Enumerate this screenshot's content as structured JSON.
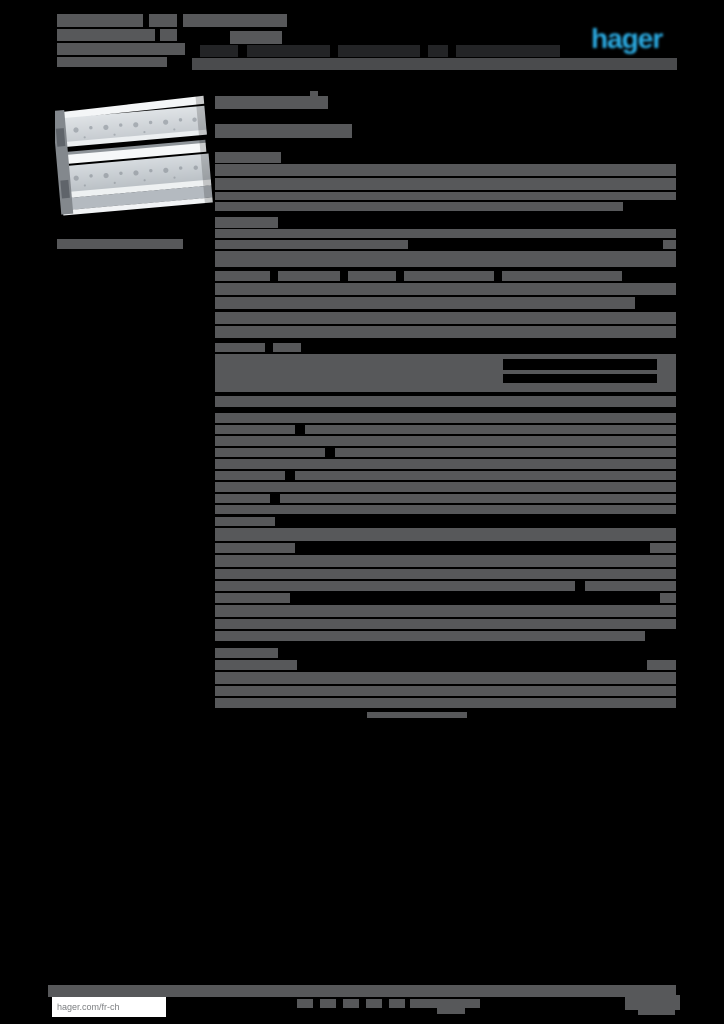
{
  "meta": {
    "document_kind": "product-datasheet-page",
    "brand": "hager",
    "text_state": "redacted-bars"
  },
  "colors": {
    "bg": "#000000",
    "bar": "#57585a",
    "bar_dark": "#4a4b4d",
    "bar_black": "#232426",
    "logo_blue": "#2baae1",
    "white": "#ffffff",
    "footer_text": "#7e8083"
  },
  "header": {
    "logo_text": "hager"
  },
  "footer": {
    "url": "hager.com/fr-ch"
  },
  "redaction": {
    "groups": [
      {
        "name": "header-title-block",
        "bar_name": "title-text-bar",
        "bars": [
          [
            57,
            14,
            86,
            13
          ],
          [
            149,
            14,
            28,
            13
          ],
          [
            183,
            14,
            104,
            13
          ],
          [
            57,
            29,
            98,
            12
          ],
          [
            160,
            29,
            17,
            12
          ],
          [
            230,
            31,
            52,
            13
          ],
          [
            57,
            43,
            128,
            12
          ],
          [
            57,
            57,
            110,
            10
          ]
        ]
      },
      {
        "name": "header-reference-black-text",
        "bar_name": "reference-text-bar",
        "bars": [
          [
            200,
            45,
            38,
            12,
            "bar_black"
          ],
          [
            247,
            45,
            83,
            12,
            "bar_black"
          ],
          [
            338,
            45,
            82,
            12,
            "bar_black"
          ],
          [
            428,
            45,
            20,
            12,
            "bar_black"
          ],
          [
            456,
            45,
            104,
            12,
            "bar_black"
          ]
        ]
      },
      {
        "name": "header-rule-band",
        "bar_name": "header-band-bar",
        "bars": [
          [
            192,
            58,
            485,
            12,
            "bar_dark"
          ]
        ]
      },
      {
        "name": "photo-caption",
        "bar_name": "caption-text-bar",
        "bars": [
          [
            57,
            239,
            126,
            10
          ]
        ]
      },
      {
        "name": "content-column",
        "bar_name": "redacted-text-bar",
        "bars": [
          [
            310,
            91,
            8,
            5
          ],
          [
            215,
            96,
            113,
            13
          ],
          [
            215,
            124,
            137,
            14
          ],
          [
            215,
            152,
            66,
            11
          ],
          [
            215,
            164,
            461,
            12
          ],
          [
            215,
            178,
            461,
            12
          ],
          [
            215,
            192,
            461,
            8
          ],
          [
            215,
            202,
            408,
            9
          ],
          [
            215,
            217,
            63,
            11
          ],
          [
            215,
            229,
            461,
            9
          ],
          [
            215,
            240,
            193,
            9
          ],
          [
            663,
            240,
            13,
            9
          ],
          [
            215,
            251,
            461,
            16
          ],
          [
            215,
            271,
            55,
            10
          ],
          [
            278,
            271,
            62,
            10
          ],
          [
            348,
            271,
            48,
            10
          ],
          [
            404,
            271,
            90,
            10
          ],
          [
            502,
            271,
            120,
            10
          ],
          [
            215,
            283,
            461,
            12
          ],
          [
            215,
            297,
            420,
            12
          ],
          [
            215,
            312,
            461,
            12
          ],
          [
            215,
            326,
            461,
            12
          ],
          [
            215,
            343,
            50,
            9
          ],
          [
            273,
            343,
            28,
            9
          ],
          [
            215,
            354,
            461,
            38
          ],
          [
            503,
            359,
            154,
            11,
            "bg"
          ],
          [
            503,
            374,
            154,
            9,
            "bg"
          ],
          [
            215,
            396,
            461,
            11
          ],
          [
            215,
            413,
            461,
            10
          ],
          [
            215,
            425,
            80,
            9
          ],
          [
            305,
            425,
            371,
            9
          ],
          [
            215,
            436,
            461,
            10
          ],
          [
            215,
            448,
            110,
            9
          ],
          [
            335,
            448,
            341,
            9
          ],
          [
            215,
            459,
            461,
            10
          ],
          [
            215,
            471,
            70,
            9
          ],
          [
            295,
            471,
            381,
            9
          ],
          [
            215,
            482,
            461,
            10
          ],
          [
            215,
            494,
            55,
            9
          ],
          [
            280,
            494,
            396,
            9
          ],
          [
            215,
            505,
            461,
            9
          ],
          [
            215,
            517,
            60,
            9
          ],
          [
            215,
            528,
            461,
            13
          ],
          [
            215,
            543,
            80,
            10
          ],
          [
            650,
            543,
            26,
            10
          ],
          [
            215,
            555,
            461,
            12
          ],
          [
            215,
            569,
            461,
            10
          ],
          [
            215,
            581,
            360,
            10
          ],
          [
            585,
            581,
            91,
            10
          ],
          [
            215,
            593,
            75,
            10
          ],
          [
            660,
            593,
            16,
            10
          ],
          [
            215,
            605,
            461,
            12
          ],
          [
            215,
            619,
            461,
            10
          ],
          [
            215,
            631,
            430,
            10
          ],
          [
            215,
            648,
            63,
            10
          ],
          [
            215,
            660,
            82,
            10
          ],
          [
            647,
            660,
            29,
            10
          ],
          [
            215,
            672,
            461,
            12
          ],
          [
            215,
            686,
            461,
            10
          ],
          [
            215,
            698,
            461,
            10
          ],
          [
            367,
            712,
            100,
            6
          ]
        ]
      },
      {
        "name": "footer-band",
        "bar_name": "footer-band-bar",
        "bars": [
          [
            48,
            985,
            628,
            12
          ]
        ]
      },
      {
        "name": "footer-cert-marks",
        "bar_name": "footer-cert-mark",
        "bars": [
          [
            297,
            999,
            16,
            9
          ],
          [
            320,
            999,
            16,
            9
          ],
          [
            343,
            999,
            16,
            9
          ],
          [
            366,
            999,
            16,
            9
          ],
          [
            389,
            999,
            16,
            9
          ],
          [
            410,
            999,
            70,
            9
          ],
          [
            437,
            1008,
            28,
            6
          ]
        ]
      },
      {
        "name": "footer-pagination-block",
        "bar_name": "footer-page-bar",
        "bars": [
          [
            625,
            995,
            55,
            15
          ],
          [
            638,
            1010,
            37,
            5
          ]
        ]
      }
    ]
  }
}
